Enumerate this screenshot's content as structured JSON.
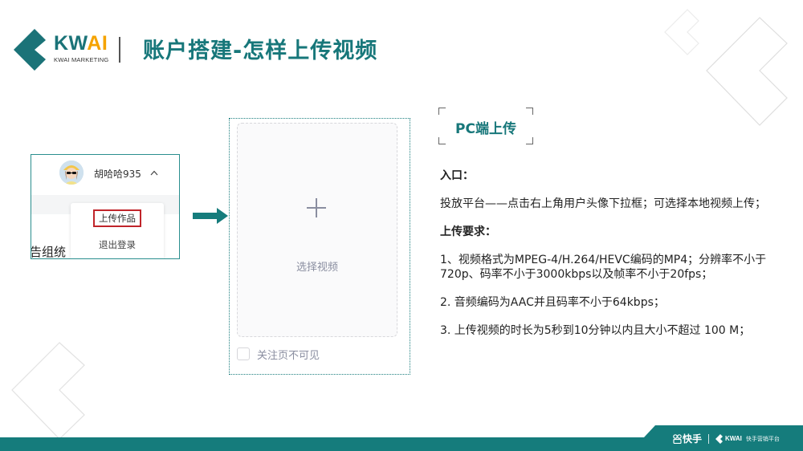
{
  "header": {
    "logo": {
      "word_primary": "KW",
      "word_accent": "AI",
      "subtitle": "KWAI MARKETING"
    },
    "title": "账户搭建-怎样上传视频",
    "colors": {
      "brand_teal": "#17777a",
      "accent_orange": "#f5a300"
    }
  },
  "profile_panel": {
    "user_name": "胡哈哈935",
    "caret": "︿",
    "menu": {
      "upload_label": "上传作品",
      "logout_label": "退出登录"
    },
    "background_text": "告组统"
  },
  "upload_panel": {
    "drop_label": "选择视频",
    "checkbox_label": "关注页不可见",
    "checkbox_checked": false
  },
  "right_panel": {
    "section_title": "PC端上传",
    "entry_heading": "入口：",
    "entry_text": "投放平台——点击右上角用户头像下拉框；可选择本地视频上传；",
    "requirements_heading": "上传要求：",
    "requirements": [
      "1、视频格式为MPEG-4/H.264/HEVC编码的MP4；分辨率不小于720p、码率不小于3000kbps以及帧率不小于20fps；",
      "2. 音频编码为AAC并且码率不小于64kbps；",
      "3. 上传视频的时长为5秒到10分钟以内且大小不超过 100 M；"
    ]
  },
  "footer": {
    "kuaishou_label": "快手",
    "kwai_label": "KWAI",
    "platform_label": "快手营销平台",
    "color": "#157c7c"
  }
}
